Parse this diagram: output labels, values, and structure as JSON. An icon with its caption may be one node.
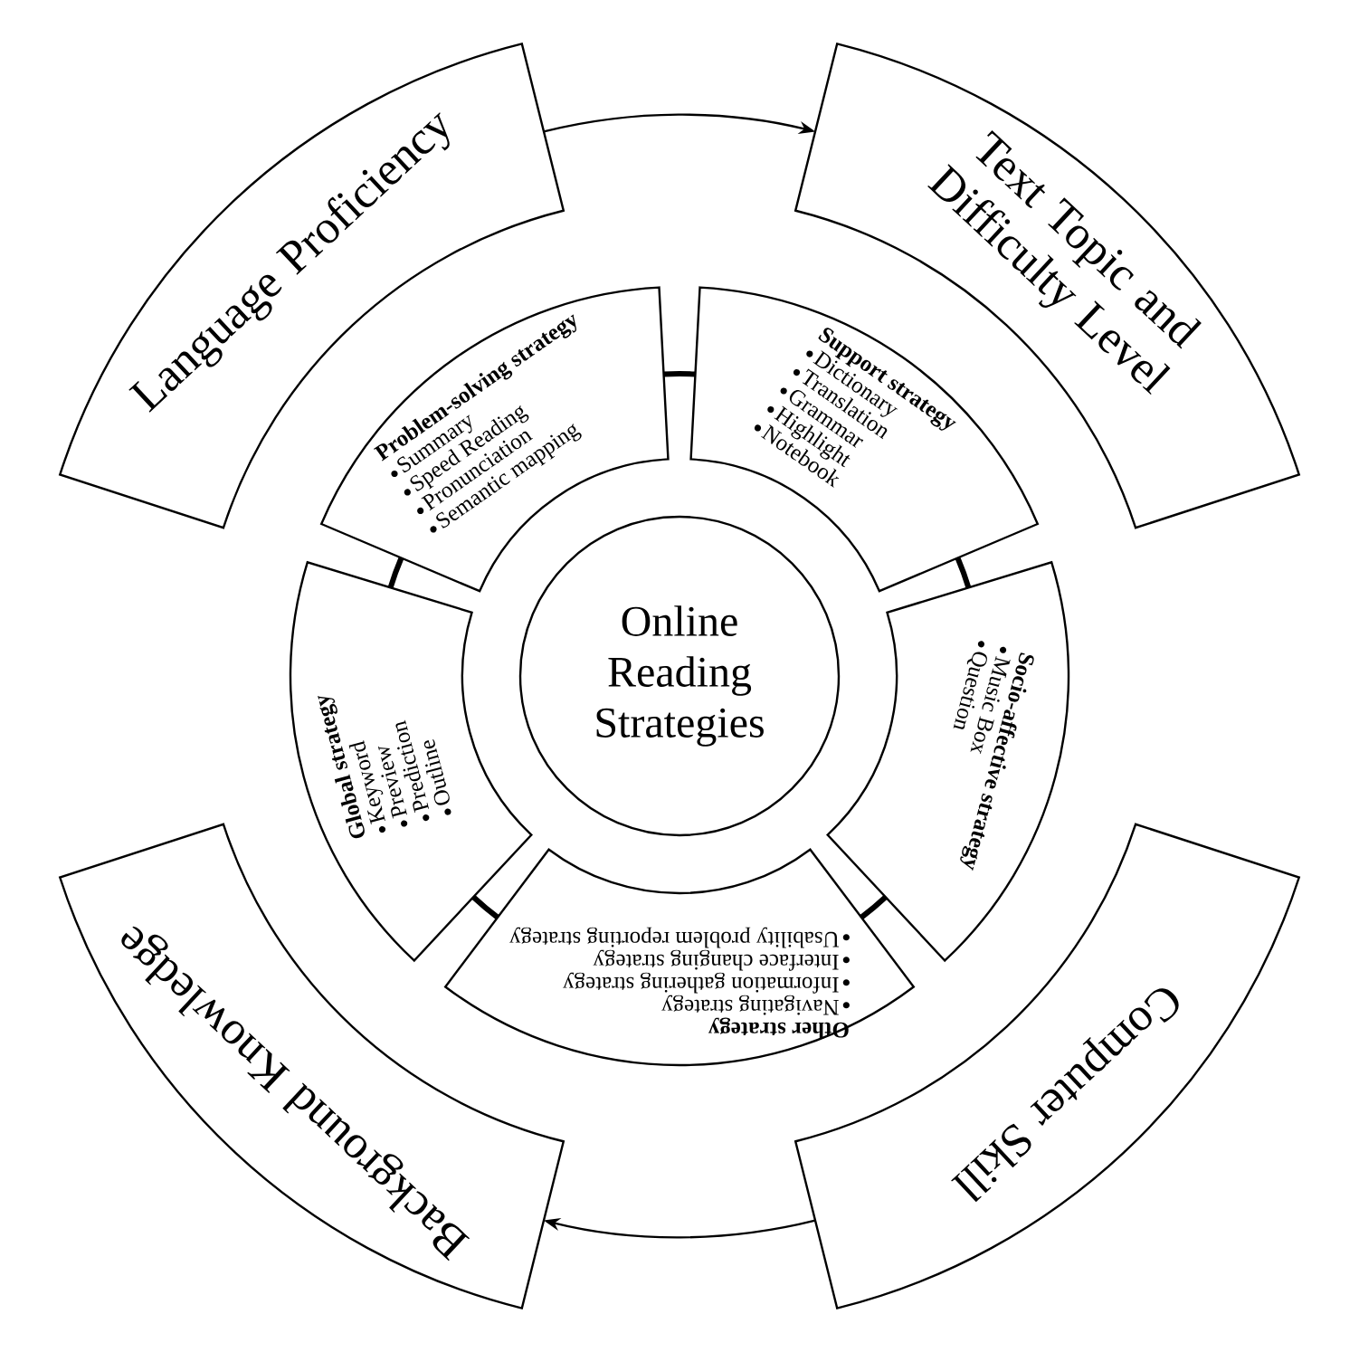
{
  "diagram": {
    "nodes": [
      {
        "text": [
          "Language Proficiency"
        ]
      },
      {
        "text": [
          "Text Topic and Difficulty Level"
        ]
      },
      {
        "text": [
          "Problem-solving strategy",
          "Summary",
          "Speed Reading",
          "Pronunciation",
          "Semantic mapping"
        ]
      },
      {
        "text": [
          "Support strategy",
          "Dictionary",
          "Translation",
          "Grammar",
          "Highlight",
          "Notebook"
        ]
      },
      {
        "text": [
          "Online Reading Strategies"
        ]
      },
      {
        "text": [
          "Global strategy",
          "Keyword",
          "Preview",
          "Prediction",
          "Outline"
        ]
      },
      {
        "text": [
          "Socio-affective strategy",
          "Music Box",
          "Question"
        ]
      },
      {
        "text": [
          "Other strategy",
          "Navigating strategy",
          "Information gathering strategy",
          "Interface changing strategy",
          "Usability problem reporting strategy"
        ]
      },
      {
        "text": [
          "Background Knowledge"
        ]
      },
      {
        "text": [
          "Computer Skill"
        ]
      }
    ],
    "edges": [
      {
        "from": 0,
        "to": 1,
        "arrow": "to"
      },
      {
        "from": 9,
        "to": 8,
        "arrow": "to"
      },
      {
        "from": 2,
        "to": 3,
        "arrow": "none"
      },
      {
        "from": 3,
        "to": 6,
        "arrow": "none"
      },
      {
        "from": 6,
        "to": 7,
        "arrow": "none"
      },
      {
        "from": 7,
        "to": 5,
        "arrow": "none"
      },
      {
        "from": 5,
        "to": 2,
        "arrow": "none"
      }
    ]
  }
}
